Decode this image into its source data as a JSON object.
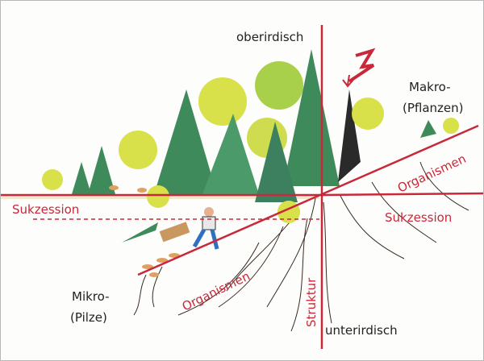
{
  "labels": {
    "above_ground": "oberirdisch",
    "below_ground": "unterirdisch",
    "macro": "Makro-",
    "macro_sub": "(Pflanzen)",
    "micro": "Mikro-",
    "micro_sub": "(Pilze)",
    "organisms_top": "Organismen",
    "organisms_bottom": "Organismen",
    "succession_left": "Sukzession",
    "succession_right": "Sukzession",
    "structure": "Struktur"
  },
  "colors": {
    "axis": "#c8283a",
    "conifer": "#3f8a5a",
    "deciduous": "#d8e04a",
    "deciduous_green": "#8cc84a",
    "roots": "#3a2a20"
  }
}
